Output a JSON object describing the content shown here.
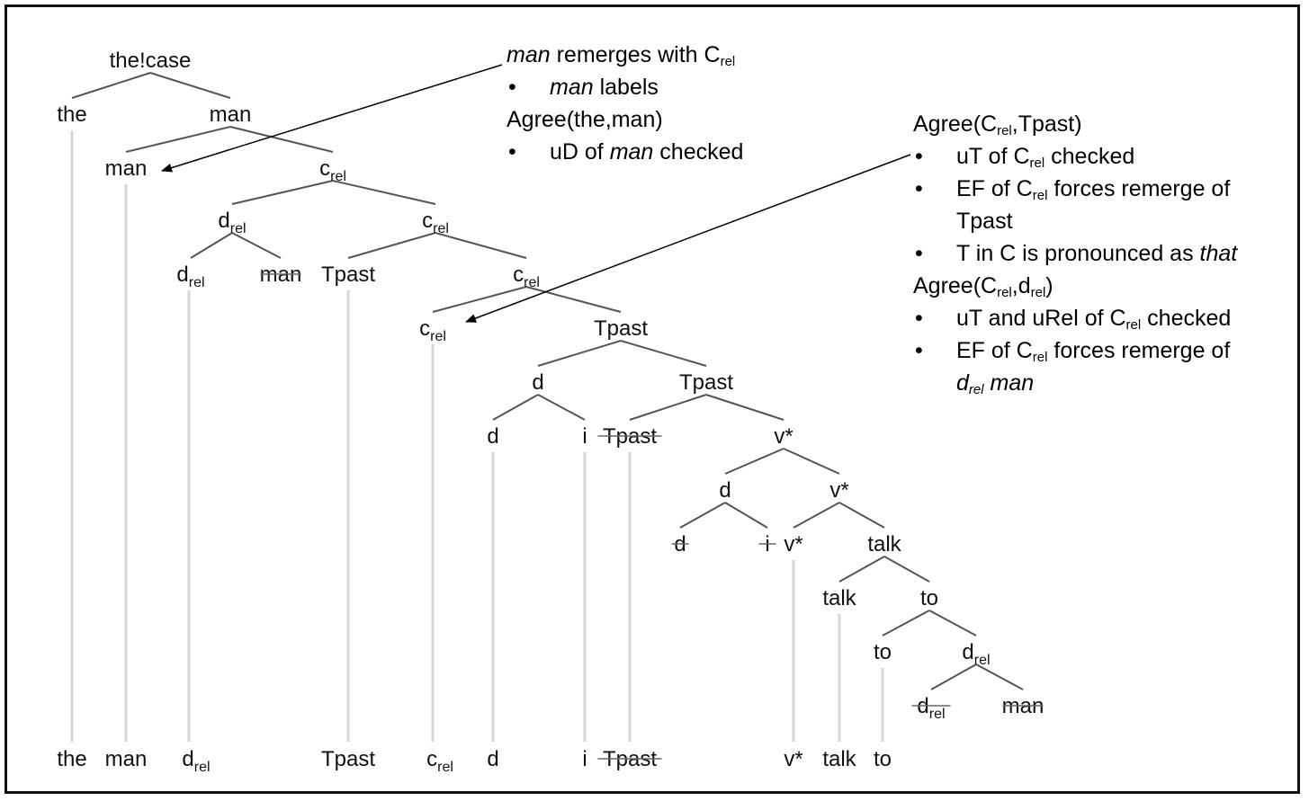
{
  "diagram": {
    "type": "syntax-tree",
    "nodes": [
      {
        "id": "n_thecase",
        "label": "the!case",
        "sub": "",
        "color": "black",
        "struck": false
      },
      {
        "id": "n_the",
        "label": "the",
        "sub": "",
        "color": "black",
        "struck": false
      },
      {
        "id": "n_man1",
        "label": "man",
        "sub": "",
        "color": "black",
        "struck": false
      },
      {
        "id": "n_man2",
        "label": "man",
        "sub": "",
        "color": "black",
        "struck": false
      },
      {
        "id": "n_crel1",
        "label": "c",
        "sub": "rel",
        "color": "blue",
        "struck": false
      },
      {
        "id": "n_drel1",
        "label": "d",
        "sub": "rel",
        "color": "black",
        "struck": false
      },
      {
        "id": "n_crel2",
        "label": "c",
        "sub": "rel",
        "color": "blue",
        "struck": false
      },
      {
        "id": "n_drel2",
        "label": "d",
        "sub": "rel",
        "color": "black",
        "struck": false
      },
      {
        "id": "n_man3",
        "label": "man",
        "sub": "",
        "color": "black",
        "struck": true
      },
      {
        "id": "n_tpast1",
        "label": "Tpast",
        "sub": "",
        "color": "black",
        "struck": false
      },
      {
        "id": "n_crel3",
        "label": "c",
        "sub": "rel",
        "color": "blue",
        "struck": false
      },
      {
        "id": "n_crel4",
        "label": "c",
        "sub": "rel",
        "color": "blue",
        "struck": false
      },
      {
        "id": "n_tpast2",
        "label": "Tpast",
        "sub": "",
        "color": "black",
        "struck": false
      },
      {
        "id": "n_d1",
        "label": "d",
        "sub": "",
        "color": "black",
        "struck": false
      },
      {
        "id": "n_tpast3",
        "label": "Tpast",
        "sub": "",
        "color": "black",
        "struck": false
      },
      {
        "id": "n_d2",
        "label": "d",
        "sub": "",
        "color": "black",
        "struck": false
      },
      {
        "id": "n_i1",
        "label": "i",
        "sub": "",
        "color": "black",
        "struck": false
      },
      {
        "id": "n_tpast4",
        "label": "Tpast",
        "sub": "",
        "color": "black",
        "struck": true
      },
      {
        "id": "n_vstar1",
        "label": "v*",
        "sub": "",
        "color": "black",
        "struck": false
      },
      {
        "id": "n_d3",
        "label": "d",
        "sub": "",
        "color": "black",
        "struck": false
      },
      {
        "id": "n_vstar2",
        "label": "v*",
        "sub": "",
        "color": "black",
        "struck": false
      },
      {
        "id": "n_d4",
        "label": "d",
        "sub": "",
        "color": "black",
        "struck": true
      },
      {
        "id": "n_i2",
        "label": "i",
        "sub": "",
        "color": "black",
        "struck": true
      },
      {
        "id": "n_vstar3",
        "label": "v*",
        "sub": "",
        "color": "black",
        "struck": false
      },
      {
        "id": "n_talk1",
        "label": "talk",
        "sub": "",
        "color": "black",
        "struck": false
      },
      {
        "id": "n_talk2",
        "label": "talk",
        "sub": "",
        "color": "black",
        "struck": false
      },
      {
        "id": "n_to1",
        "label": "to",
        "sub": "",
        "color": "black",
        "struck": false
      },
      {
        "id": "n_to2",
        "label": "to",
        "sub": "",
        "color": "black",
        "struck": false
      },
      {
        "id": "n_drel3",
        "label": "d",
        "sub": "rel",
        "color": "black",
        "struck": false
      },
      {
        "id": "n_drel4",
        "label": "d",
        "sub": "rel",
        "color": "black",
        "struck": true
      },
      {
        "id": "n_man4",
        "label": "man",
        "sub": "",
        "color": "black",
        "struck": true
      }
    ],
    "edges": [
      [
        "n_thecase",
        "n_the"
      ],
      [
        "n_thecase",
        "n_man1"
      ],
      [
        "n_man1",
        "n_man2"
      ],
      [
        "n_man1",
        "n_crel1"
      ],
      [
        "n_crel1",
        "n_drel1"
      ],
      [
        "n_crel1",
        "n_crel2"
      ],
      [
        "n_drel1",
        "n_drel2"
      ],
      [
        "n_drel1",
        "n_man3"
      ],
      [
        "n_crel2",
        "n_tpast1"
      ],
      [
        "n_crel2",
        "n_crel3"
      ],
      [
        "n_crel3",
        "n_crel4"
      ],
      [
        "n_crel3",
        "n_tpast2"
      ],
      [
        "n_tpast2",
        "n_d1"
      ],
      [
        "n_tpast2",
        "n_tpast3"
      ],
      [
        "n_d1",
        "n_d2"
      ],
      [
        "n_d1",
        "n_i1"
      ],
      [
        "n_tpast3",
        "n_tpast4"
      ],
      [
        "n_tpast3",
        "n_vstar1"
      ],
      [
        "n_vstar1",
        "n_d3"
      ],
      [
        "n_vstar1",
        "n_vstar2"
      ],
      [
        "n_d3",
        "n_d4"
      ],
      [
        "n_d3",
        "n_i2"
      ],
      [
        "n_vstar2",
        "n_vstar3"
      ],
      [
        "n_vstar2",
        "n_talk1"
      ],
      [
        "n_talk1",
        "n_talk2"
      ],
      [
        "n_talk1",
        "n_to1"
      ],
      [
        "n_to1",
        "n_to2"
      ],
      [
        "n_to1",
        "n_drel3"
      ],
      [
        "n_drel3",
        "n_drel4"
      ],
      [
        "n_drel3",
        "n_man4"
      ]
    ],
    "leaves": [
      {
        "id": "l_the",
        "from": "n_the",
        "label": "the",
        "sub": "",
        "color": "black",
        "struck": false
      },
      {
        "id": "l_man",
        "from": "n_man2",
        "label": "man",
        "sub": "",
        "color": "black",
        "struck": false
      },
      {
        "id": "l_drel",
        "from": "n_drel2",
        "label": "d",
        "sub": "rel",
        "color": "black",
        "struck": false
      },
      {
        "id": "l_tpast1",
        "from": "n_tpast1",
        "label": "Tpast",
        "sub": "",
        "color": "black",
        "struck": false
      },
      {
        "id": "l_crel",
        "from": "n_crel4",
        "label": "c",
        "sub": "rel",
        "color": "blue",
        "struck": false
      },
      {
        "id": "l_d",
        "from": "n_d2",
        "label": "d",
        "sub": "",
        "color": "black",
        "struck": false
      },
      {
        "id": "l_i",
        "from": "n_i1",
        "label": "i",
        "sub": "",
        "color": "black",
        "struck": false
      },
      {
        "id": "l_tpast2",
        "from": "n_tpast4",
        "label": "Tpast",
        "sub": "",
        "color": "black",
        "struck": true
      },
      {
        "id": "l_vstar",
        "from": "n_vstar3",
        "label": "v*",
        "sub": "",
        "color": "black",
        "struck": false
      },
      {
        "id": "l_talk",
        "from": "n_talk2",
        "label": "talk",
        "sub": "",
        "color": "black",
        "struck": false
      },
      {
        "id": "l_to",
        "from": "n_to2",
        "label": "to",
        "sub": "",
        "color": "black",
        "struck": false
      }
    ],
    "arrows": [
      {
        "from": "note1",
        "to": "n_man2"
      },
      {
        "from": "note2",
        "to": "n_crel4"
      }
    ]
  },
  "notes": {
    "note1": {
      "line1_em": "man",
      "line1_rest": " remerges with C",
      "line1_sub": "rel",
      "line2_em": "man",
      "line2_rest": " labels",
      "line3": "Agree(the,man)",
      "line4_a": "uD of ",
      "line4_em": "man",
      "line4_b": " checked",
      "bullet": "•"
    },
    "note2": {
      "h1_a": "Agree(C",
      "h1_sub": "rel",
      "h1_b": ",Tpast)",
      "b1_a": "uT of C",
      "b1_sub": "rel",
      "b1_b": " checked",
      "b2_a": "EF of C",
      "b2_sub": "rel",
      "b2_b": " forces remerge of",
      "b2_cont": "Tpast",
      "b3_a": "T in C is pronounced as ",
      "b3_em": "that",
      "h2_a": "Agree(C",
      "h2_sub1": "rel",
      "h2_mid": ",d",
      "h2_sub2": "rel",
      "h2_b": ")",
      "b4_a": "uT and uRel of C",
      "b4_sub": "rel",
      "b4_b": " checked",
      "b5_a": "EF of C",
      "b5_sub": "rel",
      "b5_b": " forces remerge of",
      "b5_cont_em": "d",
      "b5_cont_sub": "rel",
      "b5_cont_em2": " man",
      "bullet": "•"
    }
  },
  "colors": {
    "blue_node": "#2a2ae6",
    "edge": "#555555",
    "stem": "#d6d6d6"
  }
}
